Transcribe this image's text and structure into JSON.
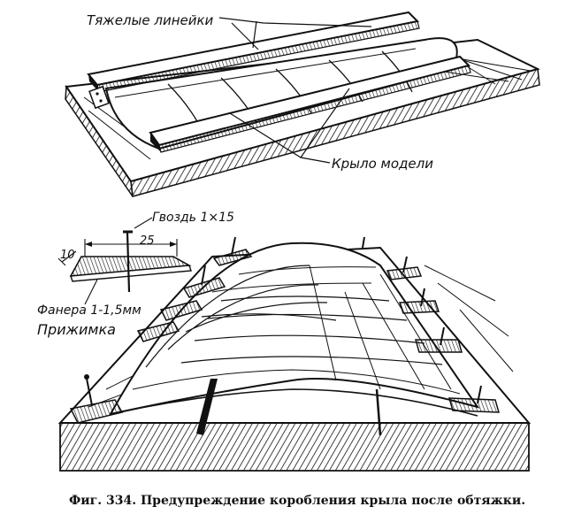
{
  "figure": {
    "labels": {
      "heavy_rulers": "Тяжелые линейки",
      "wing": "Крыло модели",
      "nail": "Гвоздь 1×15",
      "dim_length": "25",
      "dim_width": "10",
      "plywood": "Фанера 1-1,5мм",
      "clamp": "Прижимка"
    },
    "caption": "Фиг. 334. Предупреждение коробления крыла после обтяжки."
  }
}
